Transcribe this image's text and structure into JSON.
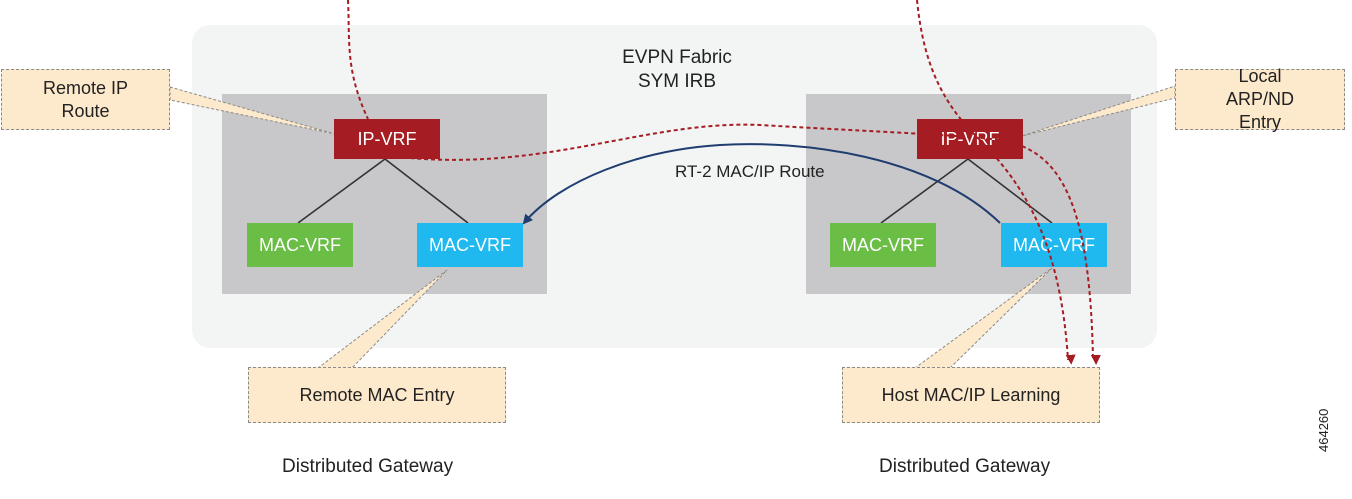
{
  "fabric": {
    "title_line1": "EVPN Fabric",
    "title_line2": "SYM IRB"
  },
  "left_gateway": {
    "ip_vrf": "IP-VRF",
    "mac_vrf_green": "MAC-VRF",
    "mac_vrf_blue": "MAC-VRF",
    "label": "Distributed Gateway"
  },
  "right_gateway": {
    "ip_vrf": "IP-VRF",
    "mac_vrf_green": "MAC-VRF",
    "mac_vrf_blue": "MAC-VRF",
    "label": "Distributed Gateway"
  },
  "callouts": {
    "remote_ip_route": "Remote IP Route",
    "local_arp_nd": "Local ARP/ND Entry",
    "remote_mac_entry": "Remote MAC Entry",
    "host_mac_ip_learning": "Host MAC/IP Learning"
  },
  "route_label": "RT-2 MAC/IP Route",
  "figure_id": "464260",
  "colors": {
    "ip_vrf": "#a51d22",
    "mac_vrf_green": "#6abd45",
    "mac_vrf_blue": "#1fb9ef",
    "route_arrow": "#1f3d6e",
    "dashed_path": "#a51d22",
    "callout_fill": "#fde9cb"
  }
}
